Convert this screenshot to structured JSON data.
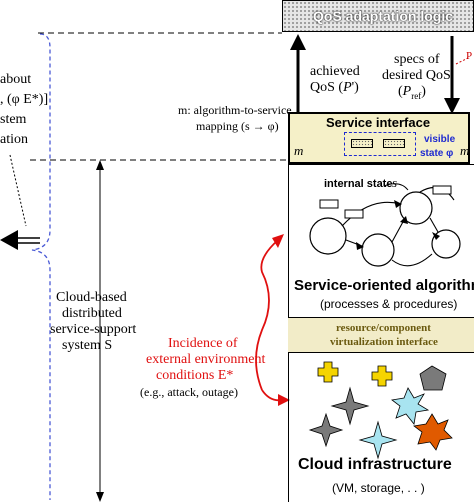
{
  "qos_box": {
    "label": "QoS adaptation logic"
  },
  "left_partial": {
    "lines": [
      "about",
      ", (φ E*)]",
      "stem",
      "ation"
    ]
  },
  "top_right_partial": "P",
  "achieved_qos": {
    "line1": "achieved",
    "line2": "QoS (",
    "var": "P",
    "tail": ")"
  },
  "specs_qos": {
    "line1": "specs of",
    "line2": "desired QoS",
    "line3_open": "(",
    "var": "P",
    "sub": "ref",
    "close": ")"
  },
  "mapping": {
    "line1": "m: algorithm-to-service",
    "line2": "mapping  (s → φ)"
  },
  "service_interface": {
    "title": "Service interface",
    "m_left": "m",
    "m_right": "m",
    "visible_state": "visible",
    "visible_state2": "state φ"
  },
  "internal_state": {
    "label": "internal state",
    "var": "s"
  },
  "algorithm_box": {
    "title": "Service-oriented algorithm",
    "subtitle": "(processes & procedures)"
  },
  "virtualization": {
    "line1": "resource/component",
    "line2": "virtualization interface"
  },
  "cloud_system": {
    "line1": "Cloud-based",
    "line2": "distributed",
    "line3": "service-support",
    "line4": "system  S"
  },
  "incidence": {
    "line1": "Incidence of",
    "line2": "external environment",
    "line3": "conditions  E*",
    "line4": "(e.g., attack, outage)"
  },
  "cloud_infra": {
    "title": "Cloud infrastructure",
    "subtitle": "(VM, storage, . . )"
  },
  "colors": {
    "qos_fill": "#e6e6e6",
    "interface_fill": "#f5f0c8",
    "virt_fill": "#f2ecc8",
    "red": "#e01010",
    "olive": "#6b5a10",
    "blue_dotted": "#1e2ad0",
    "star_yellow": "#f5d400",
    "star_cyan": "#a8e4f0",
    "star_orange": "#e05a00",
    "star_gray": "#7a7a7a"
  }
}
